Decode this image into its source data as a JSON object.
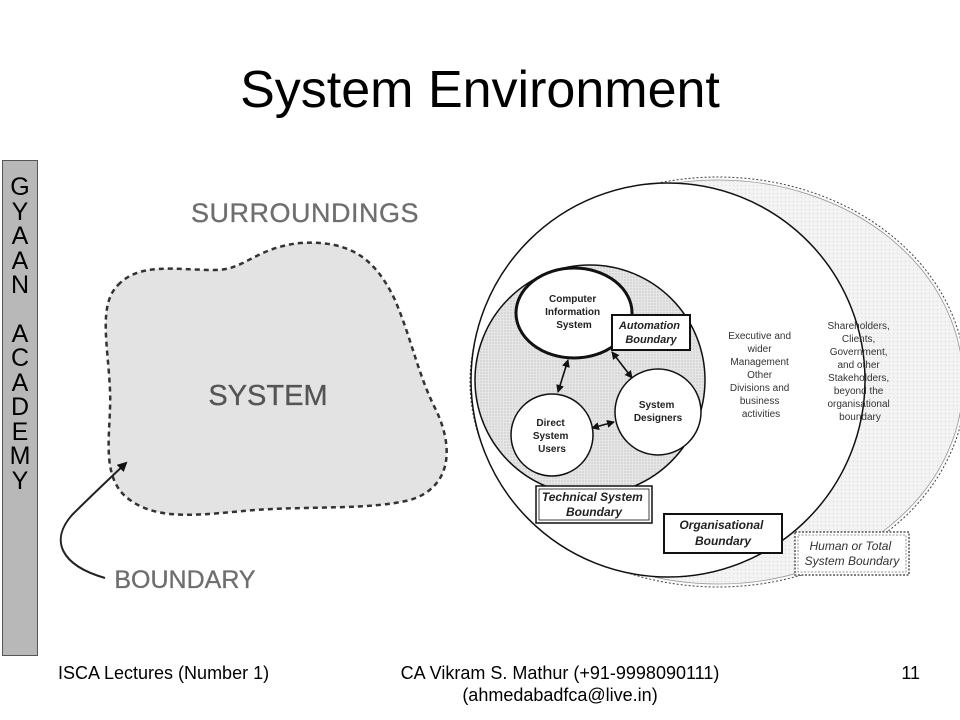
{
  "slide": {
    "title": "System Environment",
    "side_banner": [
      "G",
      "Y",
      "A",
      "A",
      "N",
      "",
      "A",
      "C",
      "A",
      "D",
      "E",
      "M",
      "Y"
    ]
  },
  "left_diagram": {
    "surroundings": "SURROUNDINGS",
    "system": "SYSTEM",
    "boundary": "BOUNDARY"
  },
  "right_diagram": {
    "cis": [
      "Computer",
      "Information",
      "System"
    ],
    "automation_boundary": [
      "Automation",
      "Boundary"
    ],
    "direct_users": [
      "Direct",
      "System",
      "Users"
    ],
    "system_designers": [
      "System",
      "Designers"
    ],
    "technical_boundary": [
      "Technical System",
      "Boundary"
    ],
    "executive": [
      "Executive and",
      "wider",
      "Management",
      "Other",
      "Divisions and",
      "business",
      "activities"
    ],
    "organisational_boundary": [
      "Organisational",
      "Boundary"
    ],
    "stakeholders": [
      "Shareholders,",
      "Clients,",
      "Government,",
      "and other",
      "Stakeholders,",
      "beyond the",
      "organisational",
      "boundary"
    ],
    "human_boundary": [
      "Human or Total",
      "System Boundary"
    ]
  },
  "footer": {
    "left": "ISCA Lectures (Number 1)",
    "center_line1": "CA Vikram S. Mathur (+91-9998090111)",
    "center_line2": "(ahmedabadfca@live.in)",
    "page_number": "11"
  }
}
